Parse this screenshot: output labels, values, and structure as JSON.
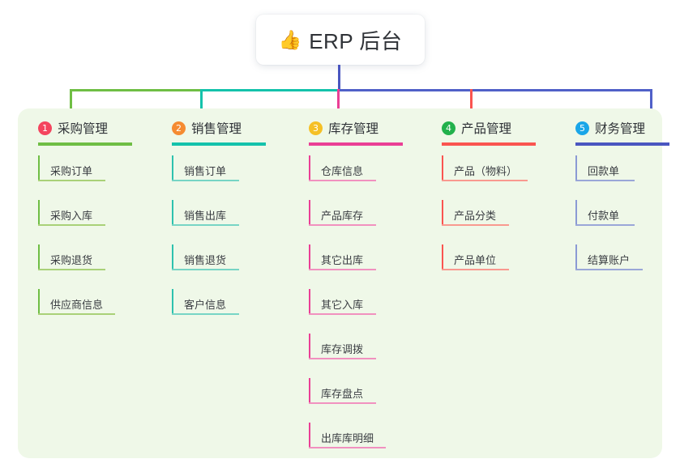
{
  "root": {
    "emoji": "👍",
    "emoji_name": "thumbs-up-emoji",
    "title": "ERP 后台"
  },
  "colors": {
    "panel_bg": "#eff8e8",
    "page_bg": "#ffffff",
    "text": "#2f3237",
    "trunk": "#4a56c0",
    "connector_left": "#6fbe44",
    "connector_mid": "#14c2ab",
    "connector_right": "#5060c8"
  },
  "columns": [
    {
      "index": "1",
      "title": "采购管理",
      "badge_color": "#f4455e",
      "rule_color": "#6fbe44",
      "leaf_rule_color": "#a9d178",
      "stem_color": "#6fbe44",
      "drop_color": "#6fbe44",
      "leaves": [
        "采购订单",
        "采购入库",
        "采购退货",
        "供应商信息"
      ]
    },
    {
      "index": "2",
      "title": "销售管理",
      "badge_color": "#f58b31",
      "rule_color": "#14c2ab",
      "leaf_rule_color": "#77d5c5",
      "stem_color": "#2ec2ae",
      "drop_color": "#14c2ab",
      "leaves": [
        "销售订单",
        "销售出库",
        "销售退货",
        "客户信息"
      ]
    },
    {
      "index": "3",
      "title": "库存管理",
      "badge_color": "#f5c026",
      "rule_color": "#ea3f95",
      "leaf_rule_color": "#f191bf",
      "stem_color": "#ea3f95",
      "drop_color": "#ea3f95",
      "leaves": [
        "仓库信息",
        "产品库存",
        "其它出库",
        "其它入库",
        "库存调拨",
        "库存盘点",
        "出库库明细"
      ]
    },
    {
      "index": "4",
      "title": "产品管理",
      "badge_color": "#22b14c",
      "rule_color": "#fa5450",
      "leaf_rule_color": "#f9998f",
      "stem_color": "#fa5450",
      "drop_color": "#fa5450",
      "leaves": [
        "产品（物料）",
        "产品分类",
        "产品单位"
      ]
    },
    {
      "index": "5",
      "title": "财务管理",
      "badge_color": "#1aa6e8",
      "rule_color": "#4a56c0",
      "leaf_rule_color": "#9aa7d8",
      "stem_color": "#8b9ad4",
      "drop_color": "#5060c8",
      "leaves": [
        "回款单",
        "付款单",
        "结算账户"
      ]
    }
  ]
}
